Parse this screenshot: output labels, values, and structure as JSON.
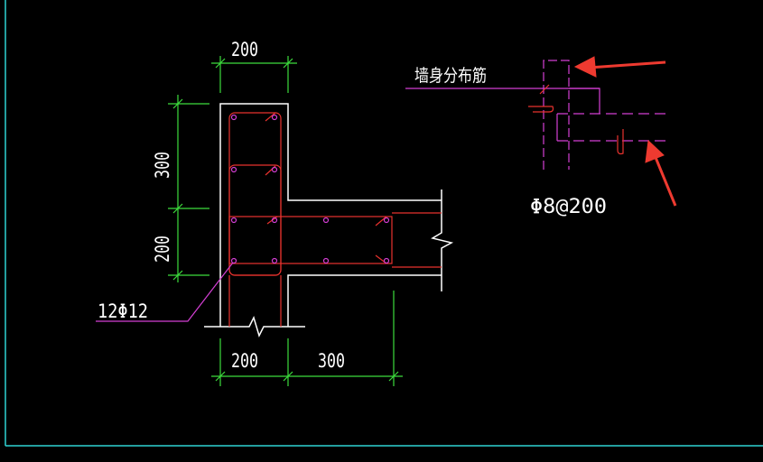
{
  "colors": {
    "background": "#000000",
    "frame": "#2fd3d3",
    "outline": "#ffffff",
    "dimension": "#3ddc3d",
    "rebar": "#e8322e",
    "leader": "#d43fd4",
    "arrow": "#ee3a30",
    "dim_text": "#ffffff"
  },
  "dimensions": {
    "top_width": "200",
    "left_upper": "300",
    "left_lower": "200",
    "bottom_left": "200",
    "bottom_right": "300"
  },
  "labels": {
    "corner_rebar": "12Φ12",
    "wall_rebar": "墙身分布筋",
    "stirrup_spec": "Φ8@200"
  }
}
